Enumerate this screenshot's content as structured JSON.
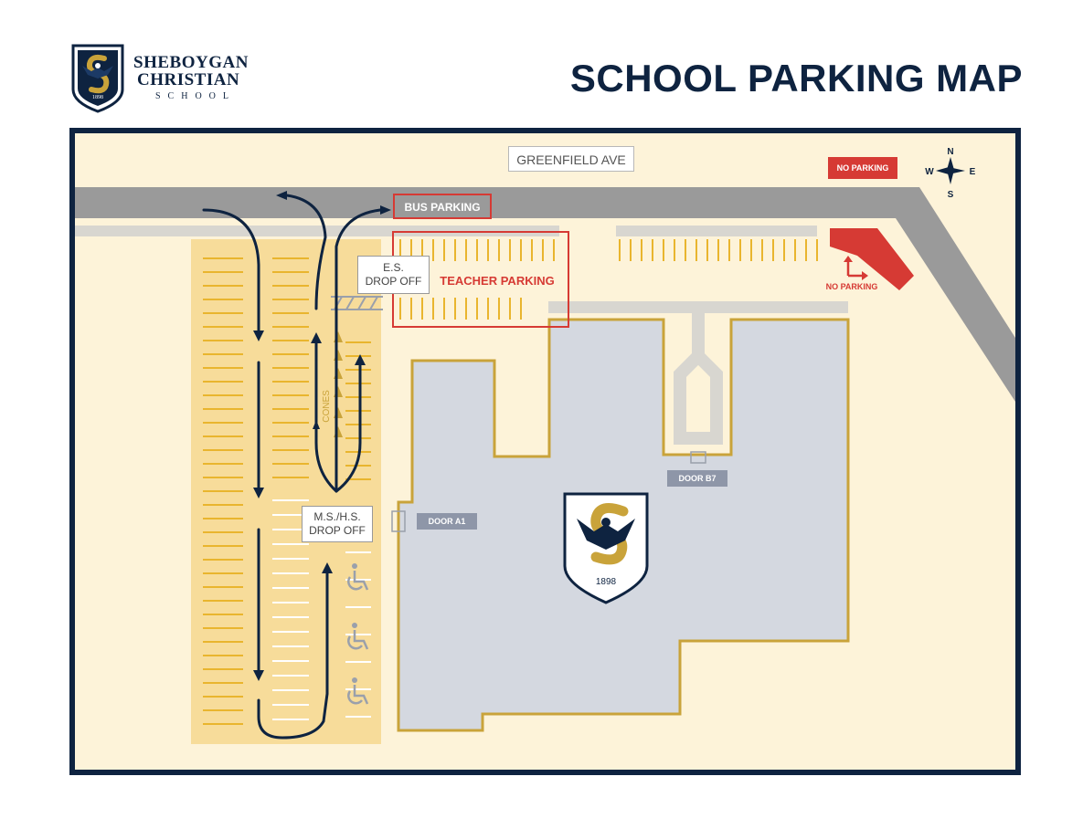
{
  "header": {
    "logo": {
      "line1": "SHEBOYGAN",
      "line2": "CHRISTIAN",
      "line3": "SCHOOL",
      "year": "1898"
    },
    "title": "SCHOOL PARKING MAP"
  },
  "map": {
    "street": "GREENFIELD AVE",
    "bus_parking": "BUS PARKING",
    "teacher_parking": "TEACHER PARKING",
    "no_parking_badge": "NO PARKING",
    "no_parking_label": "NO PARKING",
    "es_dropoff_line1": "E.S.",
    "es_dropoff_line2": "DROP OFF",
    "mshs_dropoff_line1": "M.S./H.S.",
    "mshs_dropoff_line2": "DROP OFF",
    "cones": "CONES",
    "door_a1": "DOOR A1",
    "door_b7": "DOOR B7",
    "building_year": "1898",
    "compass": {
      "n": "N",
      "s": "S",
      "e": "E",
      "w": "W"
    }
  },
  "colors": {
    "navy": "#0e2340",
    "gold": "#c9a33a",
    "cream": "#fdf3d9",
    "road": "#9a9a9a",
    "red": "#d63a34",
    "building": "#d4d8e0",
    "lot": "#f7dc9a",
    "door_badge": "#8e96a8"
  },
  "icons": [
    "eagle-shield-logo",
    "compass-rose-icon",
    "wheelchair-icon",
    "cone-icon",
    "arrow-icon"
  ]
}
